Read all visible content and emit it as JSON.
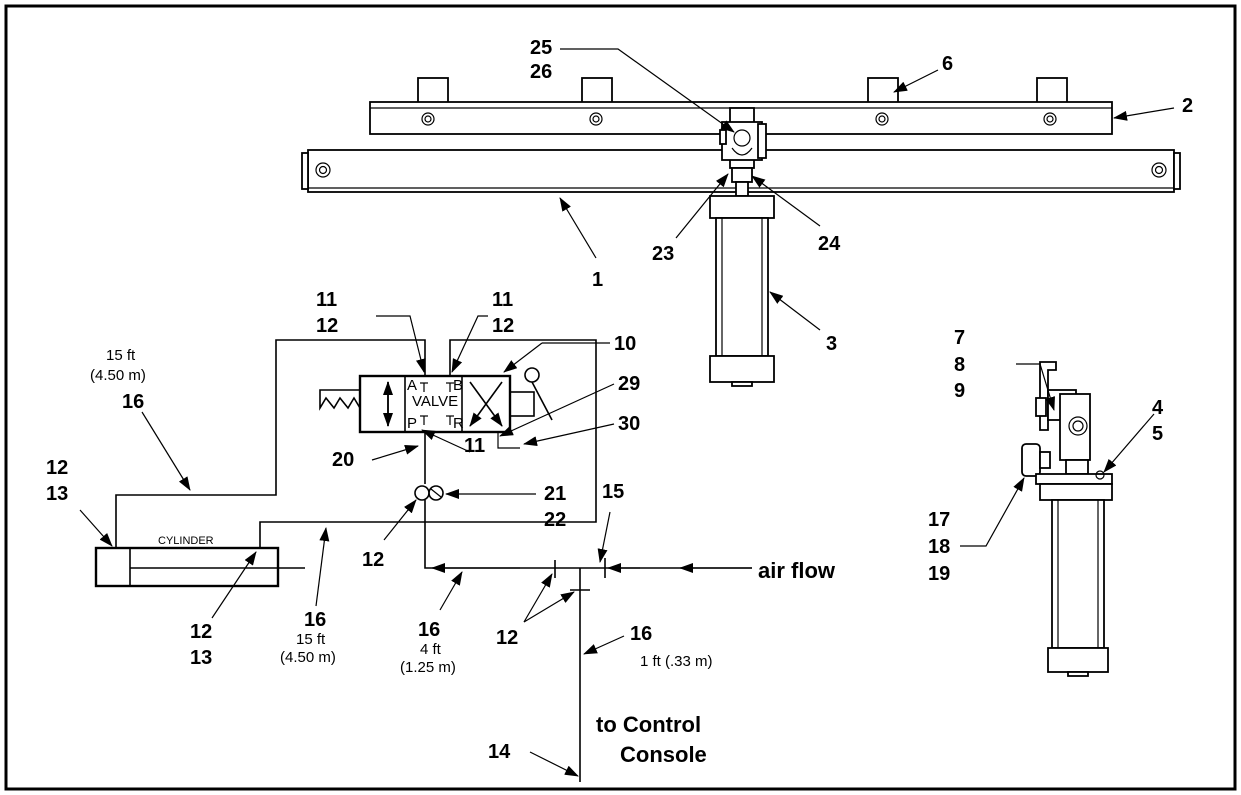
{
  "callouts": {
    "c1": "1",
    "c2": "2",
    "c3": "3",
    "c4": "4",
    "c5": "5",
    "c6": "6",
    "c7": "7",
    "c8": "8",
    "c9": "9",
    "c10": "10",
    "c11_top_left": "11",
    "c12_top_left": "12",
    "c11_top_right": "11",
    "c12_top_right": "12",
    "c11_bottom": "11",
    "c12_fitting": "12",
    "c12_cyl_left": "12",
    "c13_cyl_left": "13",
    "c12_cyl_right": "12",
    "c13_cyl_right": "13",
    "c12_tee": "12",
    "c14": "14",
    "c15": "15",
    "c16_left": "16",
    "c16_cyl": "16",
    "c16_mid": "16",
    "c16_right": "16",
    "c17": "17",
    "c18": "18",
    "c19": "19",
    "c20": "20",
    "c21": "21",
    "c22": "22",
    "c23": "23",
    "c24": "24",
    "c25": "25",
    "c26": "26",
    "c29": "29",
    "c30": "30"
  },
  "lengths": {
    "left_ft": "15 ft",
    "left_m": "(4.50 m)",
    "cyl_ft": "15 ft",
    "cyl_m": "(4.50 m)",
    "mid_ft": "4 ft",
    "mid_m": "(1.25 m)",
    "right": "1 ft (.33 m)"
  },
  "labels": {
    "air_flow": "air flow",
    "to_control_1": "to Control",
    "to_control_2": "Console",
    "cylinder": "CYLINDER",
    "valve": "VALVE",
    "port_a": "A",
    "port_b": "B",
    "port_p": "P",
    "port_r": "R"
  }
}
